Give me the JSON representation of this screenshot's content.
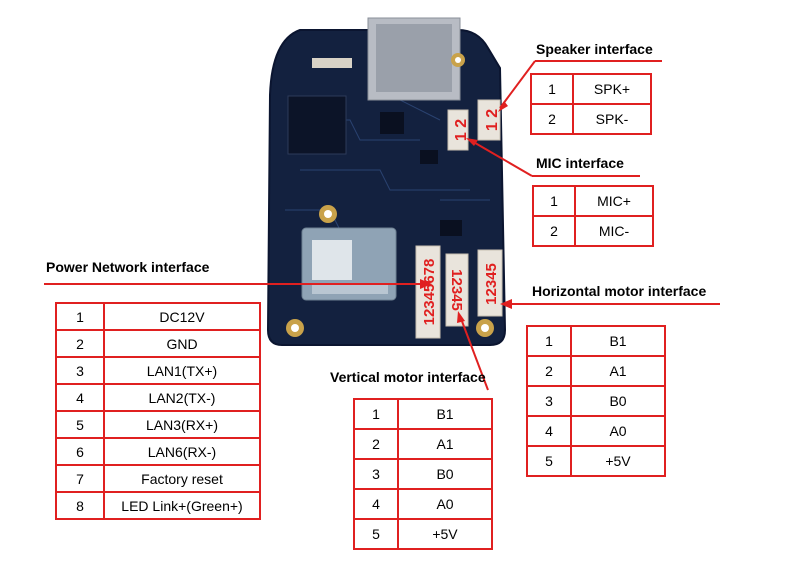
{
  "colors": {
    "line": "#e02020",
    "pcb": "#13213f",
    "pcb_light": "#1f3258",
    "gold": "#c9a24a",
    "connector": "#e9e4dc",
    "pin_label": "#e02020",
    "module": "#8fa3b5"
  },
  "board_labels": {
    "speaker_pins": "1 2",
    "mic_pins": "1 2",
    "power_pins": "12345678",
    "vertical_pins": "12345",
    "horizontal_pins": "12345"
  },
  "speaker": {
    "title": "Speaker interface",
    "rows": [
      {
        "pin": "1",
        "signal": "SPK+"
      },
      {
        "pin": "2",
        "signal": "SPK-"
      }
    ]
  },
  "mic": {
    "title": "MIC interface",
    "rows": [
      {
        "pin": "1",
        "signal": "MIC+"
      },
      {
        "pin": "2",
        "signal": "MIC-"
      }
    ]
  },
  "power": {
    "title": "Power Network interface",
    "rows": [
      {
        "pin": "1",
        "signal": "DC12V"
      },
      {
        "pin": "2",
        "signal": "GND"
      },
      {
        "pin": "3",
        "signal": "LAN1(TX+)"
      },
      {
        "pin": "4",
        "signal": "LAN2(TX-)"
      },
      {
        "pin": "5",
        "signal": "LAN3(RX+)"
      },
      {
        "pin": "6",
        "signal": "LAN6(RX-)"
      },
      {
        "pin": "7",
        "signal": "Factory reset"
      },
      {
        "pin": "8",
        "signal": "LED Link+(Green+)"
      }
    ]
  },
  "horizontal": {
    "title": "Horizontal motor interface",
    "rows": [
      {
        "pin": "1",
        "signal": "B1"
      },
      {
        "pin": "2",
        "signal": "A1"
      },
      {
        "pin": "3",
        "signal": "B0"
      },
      {
        "pin": "4",
        "signal": "A0"
      },
      {
        "pin": "5",
        "signal": "+5V"
      }
    ]
  },
  "vertical": {
    "title": "Vertical motor interface",
    "rows": [
      {
        "pin": "1",
        "signal": "B1"
      },
      {
        "pin": "2",
        "signal": "A1"
      },
      {
        "pin": "3",
        "signal": "B0"
      },
      {
        "pin": "4",
        "signal": "A0"
      },
      {
        "pin": "5",
        "signal": "+5V"
      }
    ]
  }
}
